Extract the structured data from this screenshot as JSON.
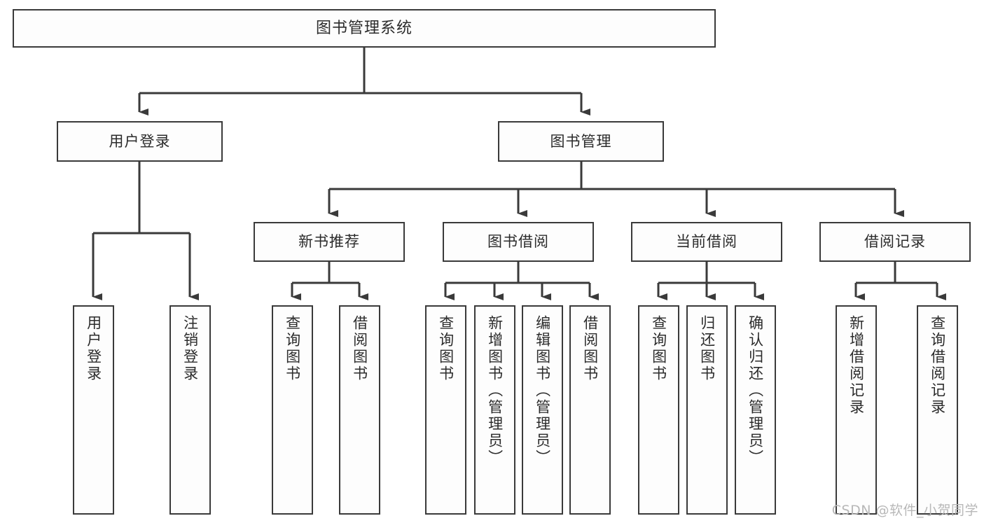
{
  "diagram": {
    "type": "tree",
    "title": "图书管理系统",
    "watermark": "CSDN @软件_小贺同学",
    "colors": {
      "box_border": "#3a3a3a",
      "box_fill": "#fdfdfd",
      "line": "#3a3a3a",
      "text": "#2b2b2b",
      "watermark": "#b8b8b8",
      "background": "#ffffff"
    },
    "nodes": {
      "root": {
        "label": "图书管理系统"
      },
      "level2": [
        {
          "label": "用户登录"
        },
        {
          "label": "图书管理"
        }
      ],
      "level3": [
        {
          "label": "新书推荐"
        },
        {
          "label": "图书借阅"
        },
        {
          "label": "当前借阅"
        },
        {
          "label": "借阅记录"
        }
      ],
      "leaves": {
        "user_login": [
          {
            "label": "用户登录"
          },
          {
            "label": "注销登录"
          }
        ],
        "new_book_recommend": [
          {
            "label": "查询图书"
          },
          {
            "label": "借阅图书"
          }
        ],
        "book_borrow": [
          {
            "label": "查询图书"
          },
          {
            "label": "新增图书（管理员）"
          },
          {
            "label": "编辑图书（管理员）"
          },
          {
            "label": "借阅图书"
          }
        ],
        "current_borrow": [
          {
            "label": "查询图书"
          },
          {
            "label": "归还图书"
          },
          {
            "label": "确认归还（管理员）"
          }
        ],
        "borrow_record": [
          {
            "label": "新增借阅记录"
          },
          {
            "label": "查询借阅记录"
          }
        ]
      }
    }
  }
}
